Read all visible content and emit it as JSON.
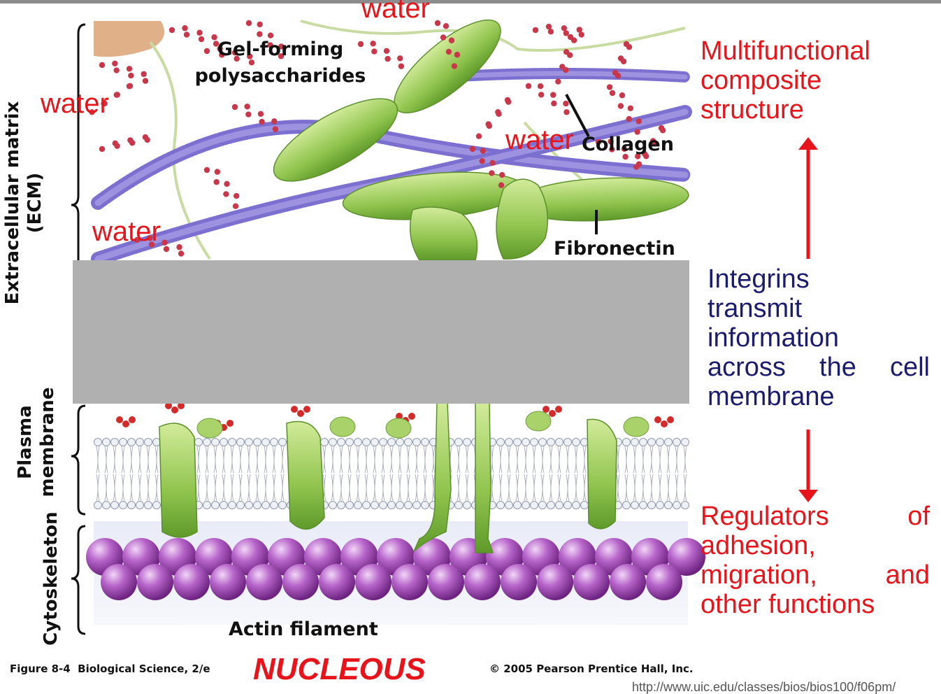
{
  "side_labels": {
    "ecm": [
      "Extracellular matrix",
      "(ECM)"
    ],
    "plasma": [
      "Plasma",
      "membrane"
    ],
    "cytoskeleton": "Cytoskeleton"
  },
  "labels": {
    "gel": [
      "Gel-forming",
      "polysaccharides"
    ],
    "collagen": "Collagen",
    "fibronectin": "Fibronectin",
    "actin": "Actin filament"
  },
  "water_labels": [
    "water",
    "water",
    "water",
    "water"
  ],
  "right_text": {
    "top": [
      "Multifunctional",
      "composite",
      "structure"
    ],
    "middle": [
      "Integrins",
      "transmit",
      "information",
      "across the cell",
      "membrane"
    ],
    "bottom": [
      "Regulators of",
      "adhesion,",
      "migration, and",
      "other functions"
    ]
  },
  "footer": {
    "figure": "Figure 8-4  Biological Science, 2/e",
    "nucleous": "NUCLEOUS",
    "copyright": "© 2005 Pearson Prentice Hall, Inc.",
    "url": "http://www.uic.edu/classes/bios/bios100/f06pm/"
  },
  "colors": {
    "red_text": "#e8141b",
    "navy_text": "#1c1c6e",
    "collagen": "#7b6fd0",
    "fibronectin": "#8fc24a",
    "actin": "#9b3fb0",
    "polysaccharide": "#c8384a",
    "membrane_box": "#b0b0b0"
  }
}
